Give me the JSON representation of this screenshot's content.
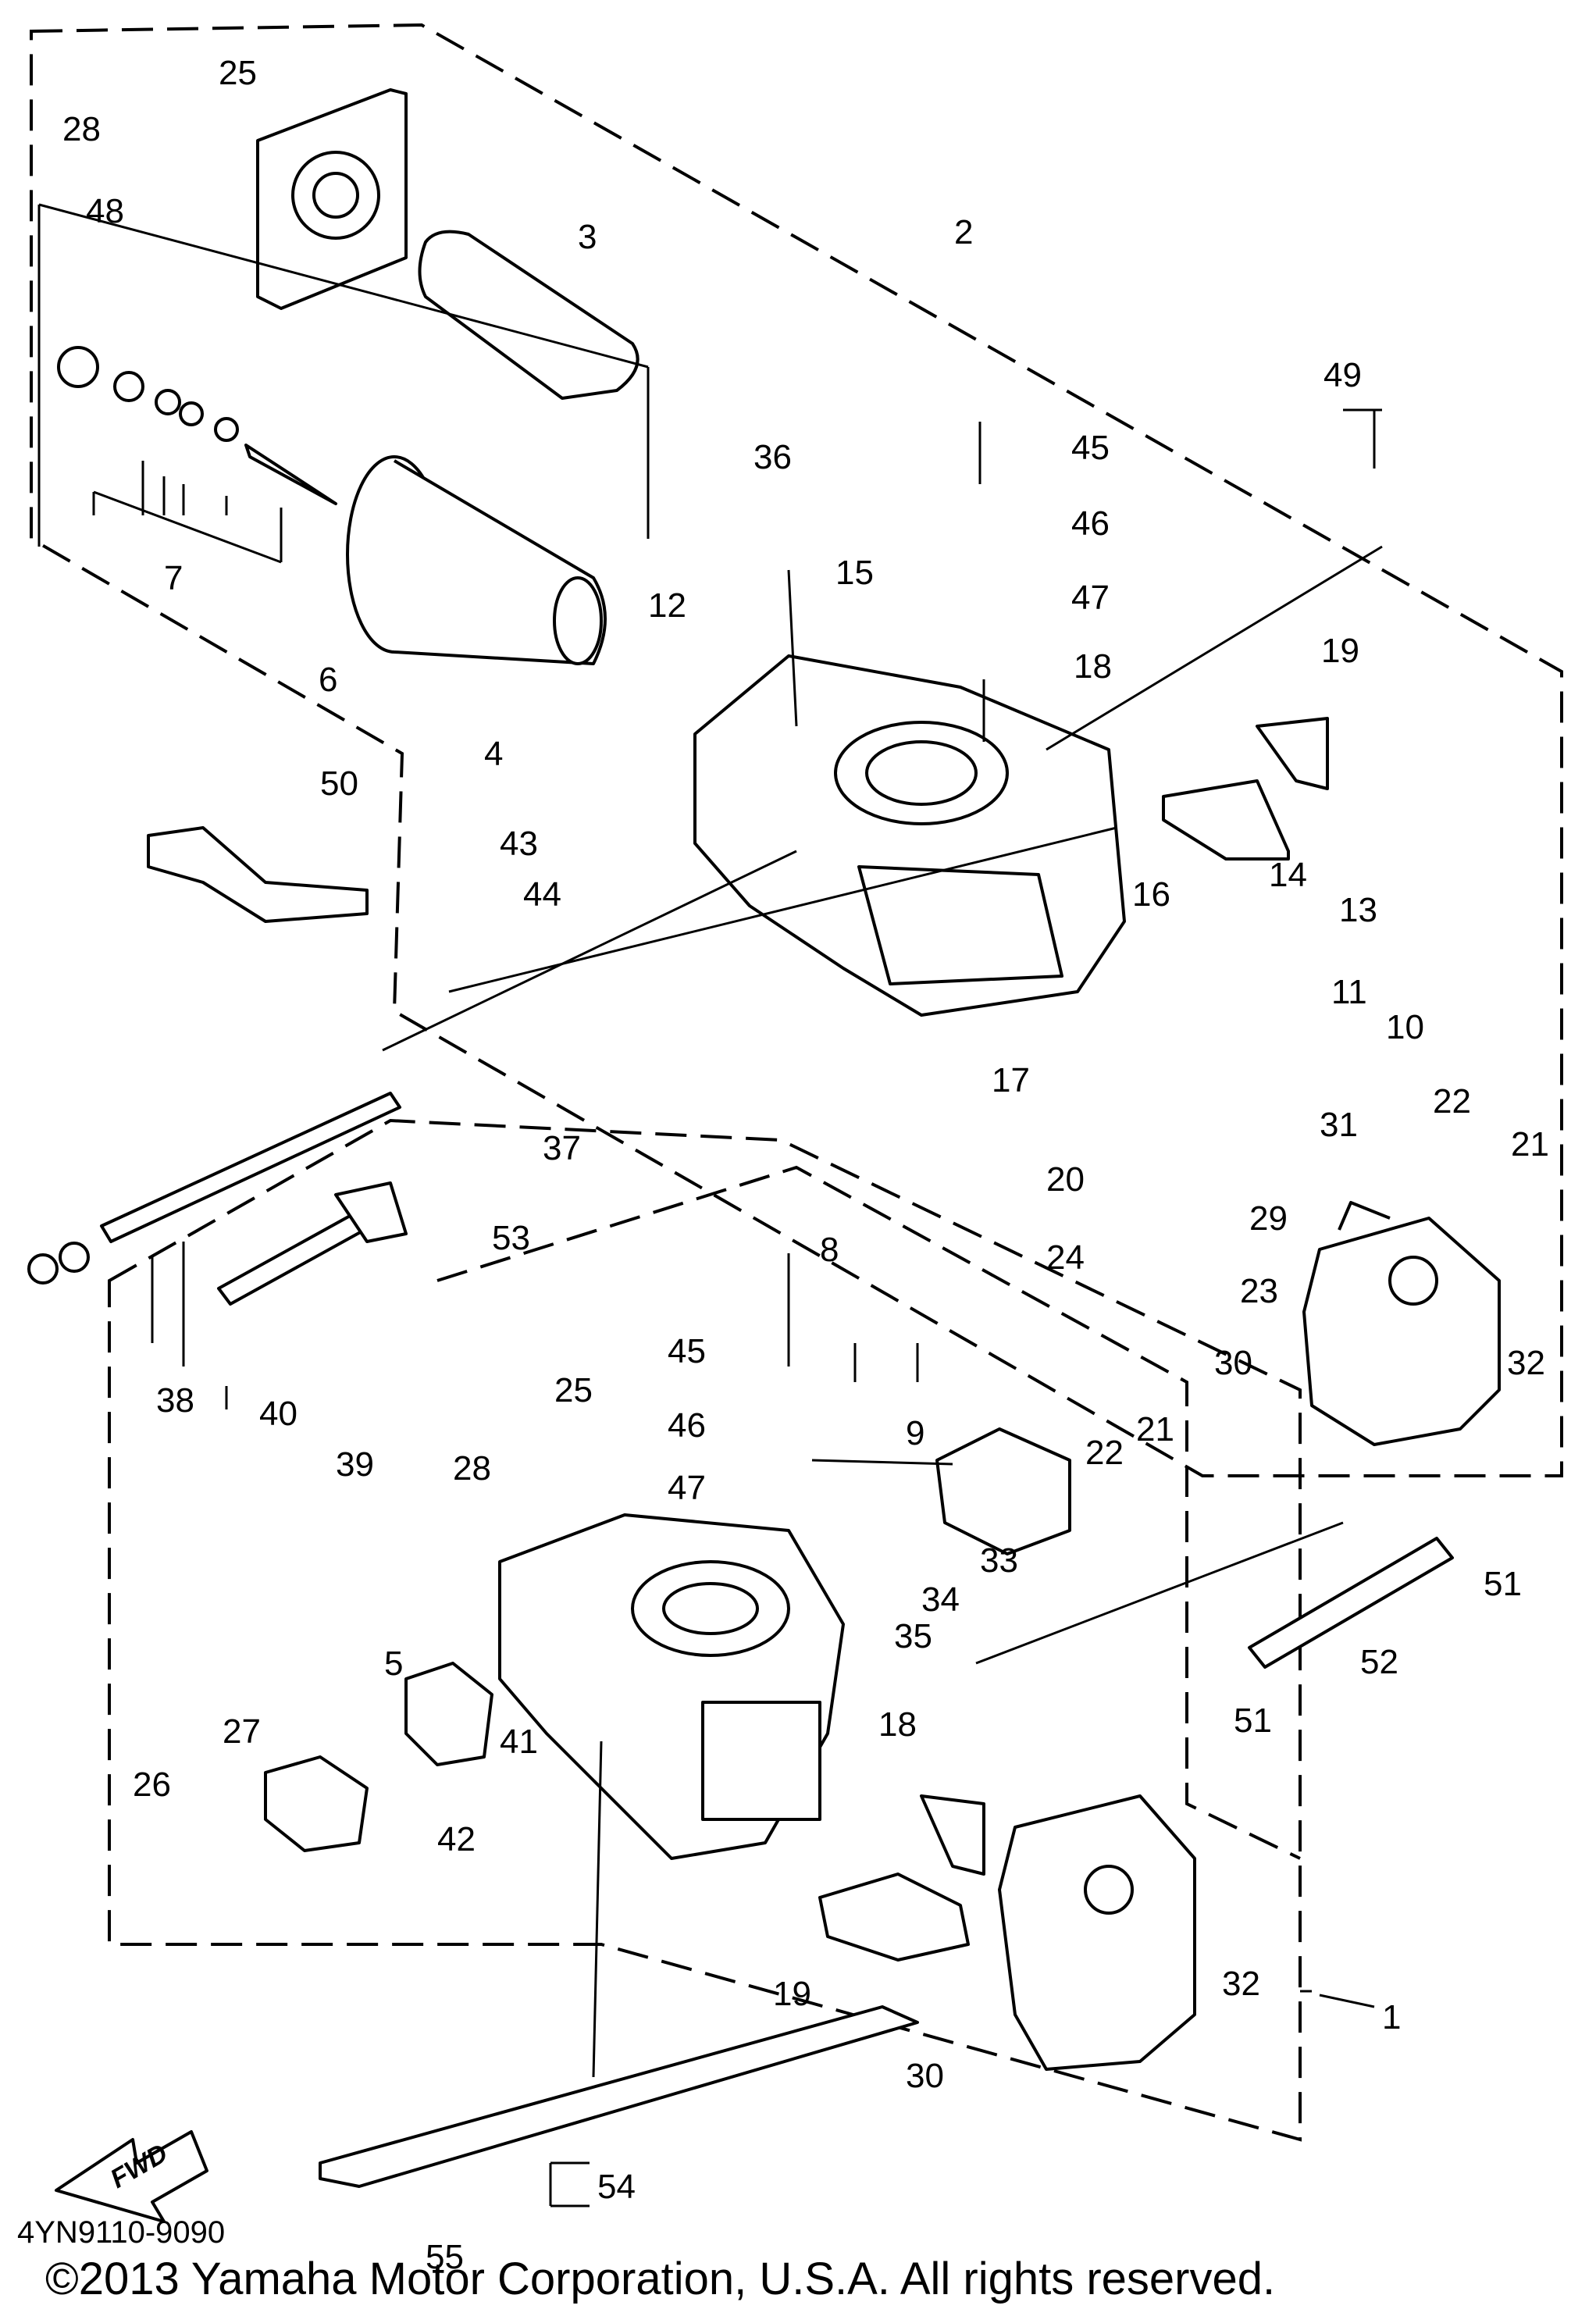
{
  "diagram_code": "4YN9110-9090",
  "copyright": "©2013 Yamaha Motor Corporation, U.S.A. All rights reserved.",
  "direction_label": "FWD",
  "icons": {
    "direction": "fwd-arrow-icon"
  },
  "callouts": [
    "25",
    "28",
    "48",
    "3",
    "2",
    "7",
    "6",
    "36",
    "45",
    "46",
    "47",
    "15",
    "18",
    "12",
    "4",
    "49",
    "19",
    "50",
    "43",
    "44",
    "16",
    "14",
    "13",
    "11",
    "10",
    "17",
    "22",
    "21",
    "31",
    "20",
    "29",
    "24",
    "23",
    "37",
    "53",
    "38",
    "8",
    "45",
    "46",
    "47",
    "9",
    "22",
    "21",
    "30",
    "32",
    "40",
    "39",
    "25",
    "28",
    "33",
    "34",
    "35",
    "51",
    "52",
    "51",
    "5",
    "27",
    "41",
    "26",
    "42",
    "18",
    "19",
    "30",
    "32",
    "1",
    "54",
    "55"
  ]
}
